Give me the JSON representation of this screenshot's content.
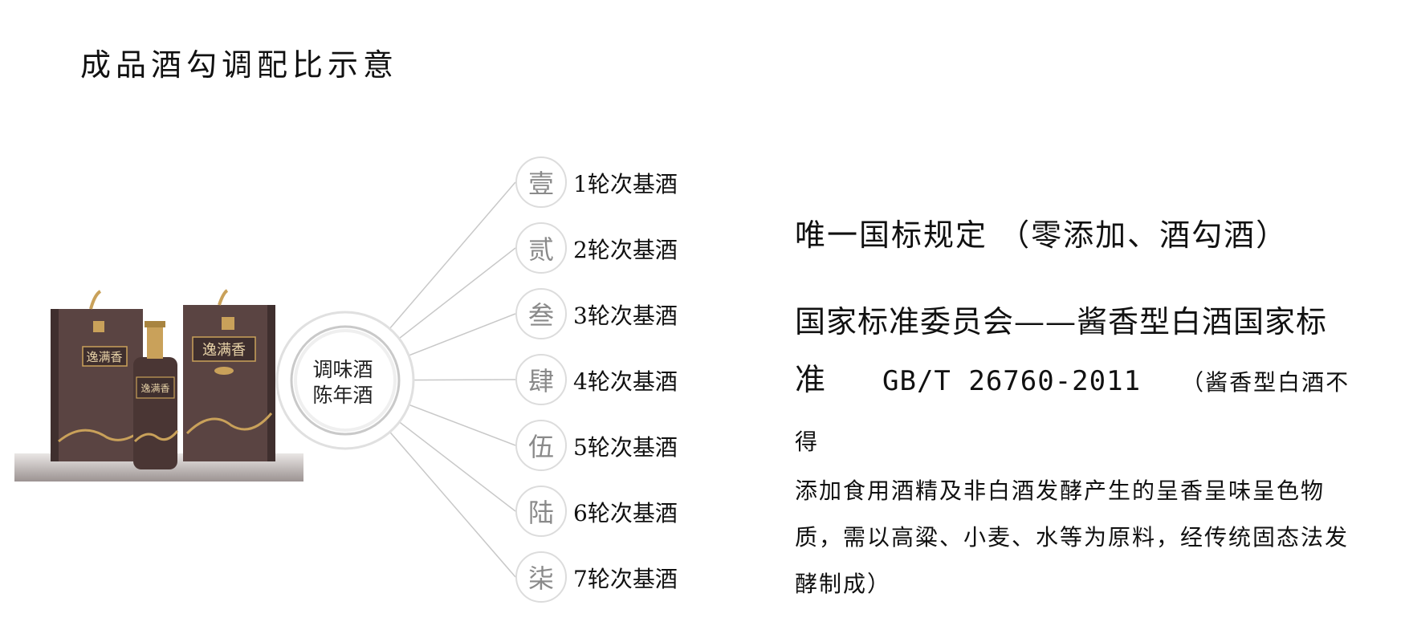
{
  "title": "成品酒勾调配比示意",
  "center": {
    "line1": "调味酒",
    "line2": "陈年酒"
  },
  "rounds": [
    {
      "numeral": "壹",
      "label": "1轮次基酒"
    },
    {
      "numeral": "贰",
      "label": "2轮次基酒"
    },
    {
      "numeral": "叁",
      "label": "3轮次基酒"
    },
    {
      "numeral": "肆",
      "label": "4轮次基酒"
    },
    {
      "numeral": "伍",
      "label": "5轮次基酒"
    },
    {
      "numeral": "陆",
      "label": "6轮次基酒"
    },
    {
      "numeral": "柒",
      "label": "7轮次基酒"
    }
  ],
  "product": {
    "brand": "逸满香"
  },
  "standard": {
    "heading": "唯一国标规定 （零添加、酒勾酒）",
    "line1": "国家标准委员会——酱香型白酒国家标",
    "line2_prefix": "准",
    "code": "GB/T 26760-2011",
    "note_start": "（酱香型白酒不得",
    "note_rest": "添加食用酒精及非白酒发酵产生的呈香呈味呈色物质，需以高粱、小麦、水等为原料，经传统固态法发酵制成）"
  },
  "colors": {
    "box": "#5a4442",
    "box_dark": "#3f2f2e",
    "gold": "#c9a15a",
    "line": "#c8c8c8",
    "numeral": "#8a8a8a"
  }
}
